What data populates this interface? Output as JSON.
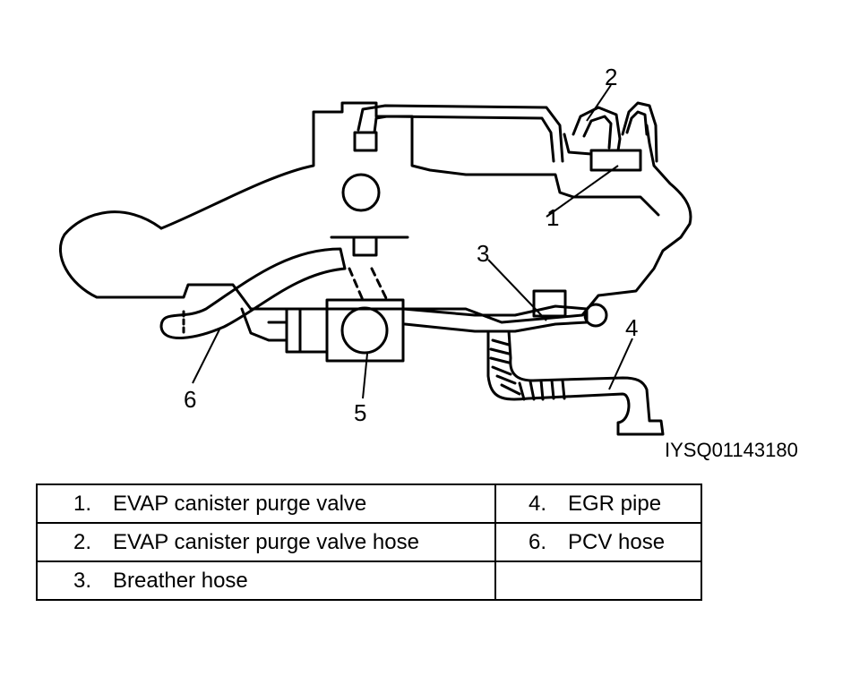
{
  "callouts": {
    "c1": "1",
    "c2": "2",
    "c3": "3",
    "c4": "4",
    "c5": "5",
    "c6": "6"
  },
  "reference_code": "IYSQ01143180",
  "legend": {
    "rows": [
      {
        "left_num": "1.",
        "left_text": "EVAP canister purge valve",
        "right_num": "4.",
        "right_text": "EGR pipe"
      },
      {
        "left_num": "2.",
        "left_text": "EVAP canister purge valve hose",
        "right_num": "6.",
        "right_text": "PCV hose"
      },
      {
        "left_num": "3.",
        "left_text": "Breather hose",
        "right_num": "",
        "right_text": ""
      }
    ]
  }
}
